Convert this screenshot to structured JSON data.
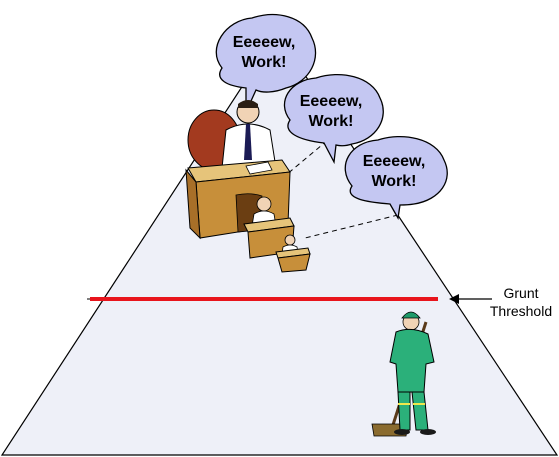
{
  "bubbles": [
    {
      "line1": "Eeeeew,",
      "line2": "Work!"
    },
    {
      "line1": "Eeeeew,",
      "line2": "Work!"
    },
    {
      "line1": "Eeeeew,",
      "line2": "Work!"
    }
  ],
  "threshold": {
    "line1": "Grunt",
    "line2": "Threshold"
  },
  "colors": {
    "pyramid_fill": "#eef0f8",
    "bubble_fill": "#c4c7f2",
    "threshold_line": "#e8141c",
    "outline": "#000000"
  },
  "icons": {
    "office_workers": "office-workers-at-desks-icon",
    "janitor": "janitor-with-broom-icon"
  }
}
